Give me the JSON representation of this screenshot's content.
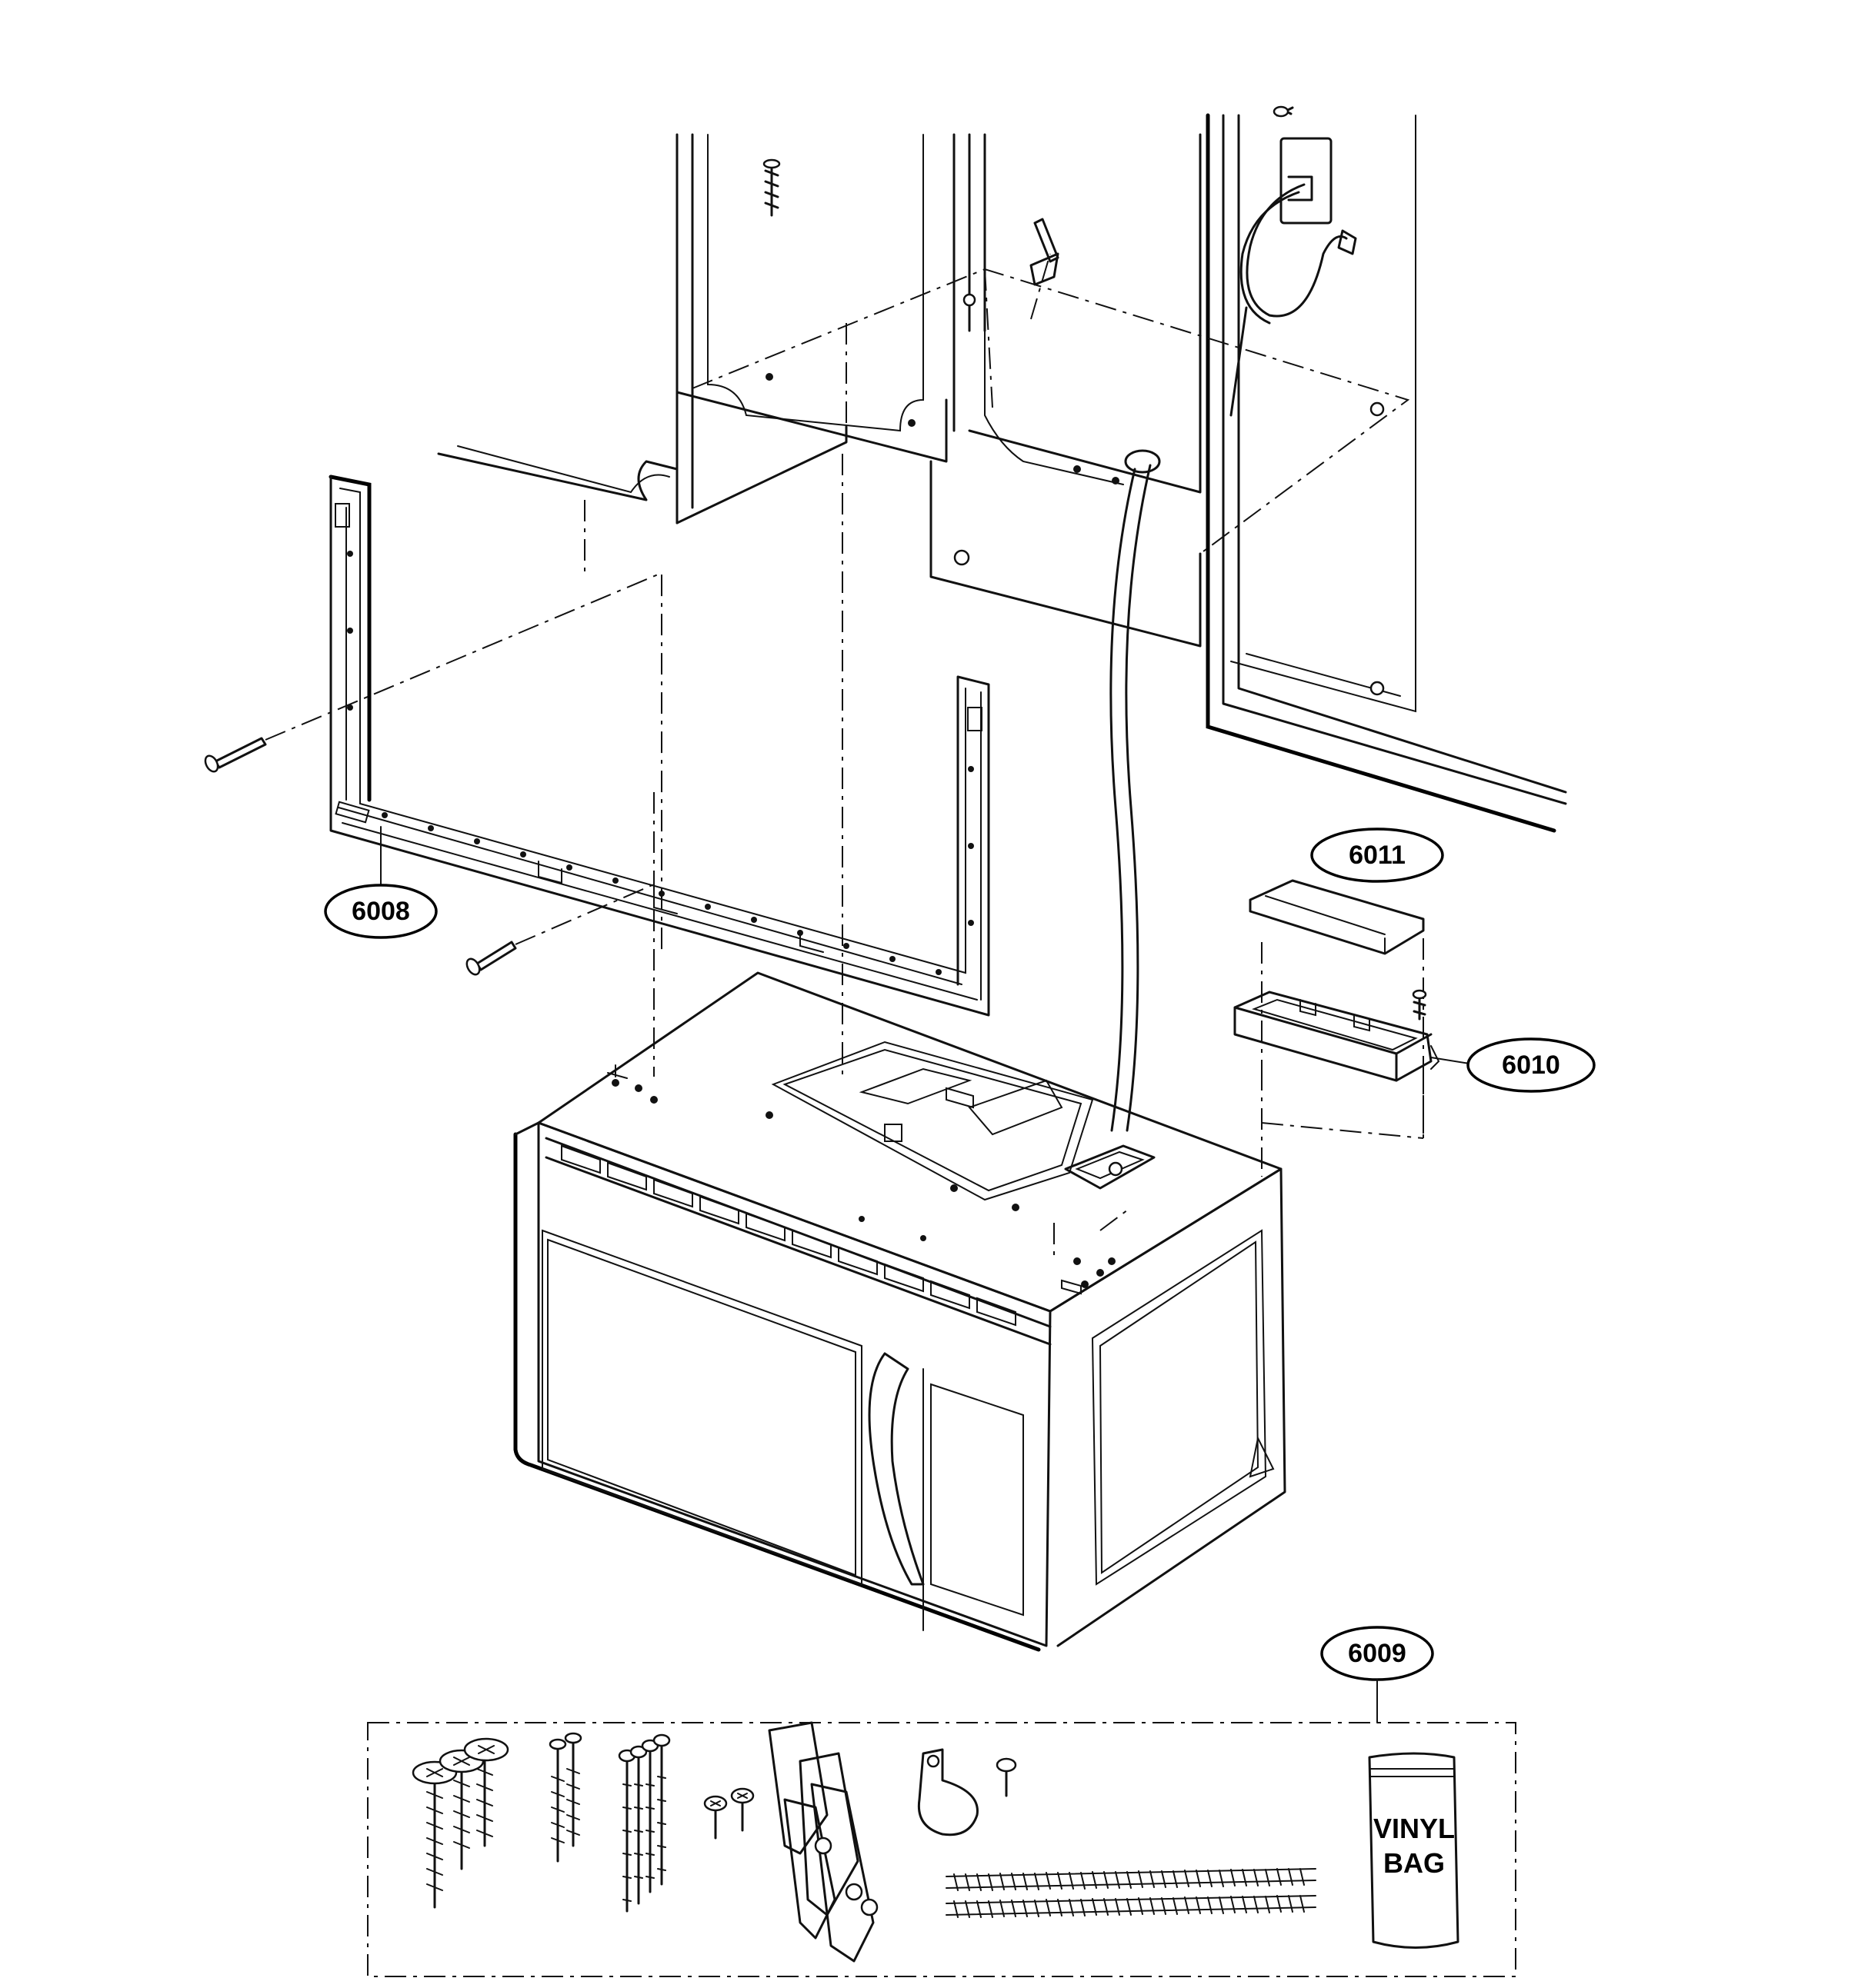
{
  "callouts": {
    "bracket": "6008",
    "hardware_kit": "6009",
    "duct_adapter": "6010",
    "damper_plate": "6011"
  },
  "kit_bag": {
    "line1": "VINYL",
    "line2": "BAG"
  }
}
